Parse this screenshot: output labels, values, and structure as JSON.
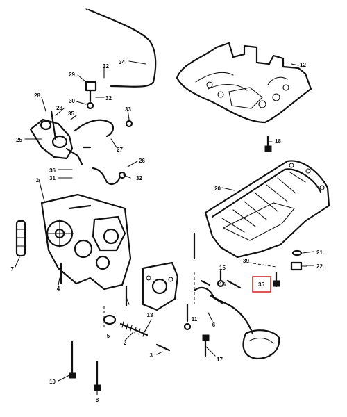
{
  "diagram": {
    "highlight_color": "#d32f2f",
    "callouts": [
      {
        "id": "c34",
        "text": "34"
      },
      {
        "id": "c12",
        "text": "12"
      },
      {
        "id": "c29",
        "text": "29"
      },
      {
        "id": "c32a",
        "text": "32"
      },
      {
        "id": "c30",
        "text": "30"
      },
      {
        "id": "c32b",
        "text": "32"
      },
      {
        "id": "c28",
        "text": "28"
      },
      {
        "id": "c23",
        "text": "23"
      },
      {
        "id": "c35a",
        "text": "35"
      },
      {
        "id": "c33",
        "text": "33"
      },
      {
        "id": "c25",
        "text": "25"
      },
      {
        "id": "c27",
        "text": "27"
      },
      {
        "id": "c18",
        "text": "18"
      },
      {
        "id": "c26",
        "text": "26"
      },
      {
        "id": "c36",
        "text": "36"
      },
      {
        "id": "c31",
        "text": "31"
      },
      {
        "id": "c32c",
        "text": "32"
      },
      {
        "id": "c1",
        "text": "1"
      },
      {
        "id": "c20",
        "text": "20"
      },
      {
        "id": "c7",
        "text": "7"
      },
      {
        "id": "c21",
        "text": "21"
      },
      {
        "id": "c22",
        "text": "22"
      },
      {
        "id": "c15",
        "text": "15"
      },
      {
        "id": "c16",
        "text": "16"
      },
      {
        "id": "c39",
        "text": "39"
      },
      {
        "id": "c4",
        "text": "4"
      },
      {
        "id": "c11",
        "text": "11"
      },
      {
        "id": "c6",
        "text": "6"
      },
      {
        "id": "c5",
        "text": "5"
      },
      {
        "id": "c2",
        "text": "2"
      },
      {
        "id": "c13",
        "text": "13"
      },
      {
        "id": "c3",
        "text": "3"
      },
      {
        "id": "c17",
        "text": "17"
      },
      {
        "id": "c10",
        "text": "10"
      },
      {
        "id": "c8",
        "text": "8"
      }
    ]
  }
}
